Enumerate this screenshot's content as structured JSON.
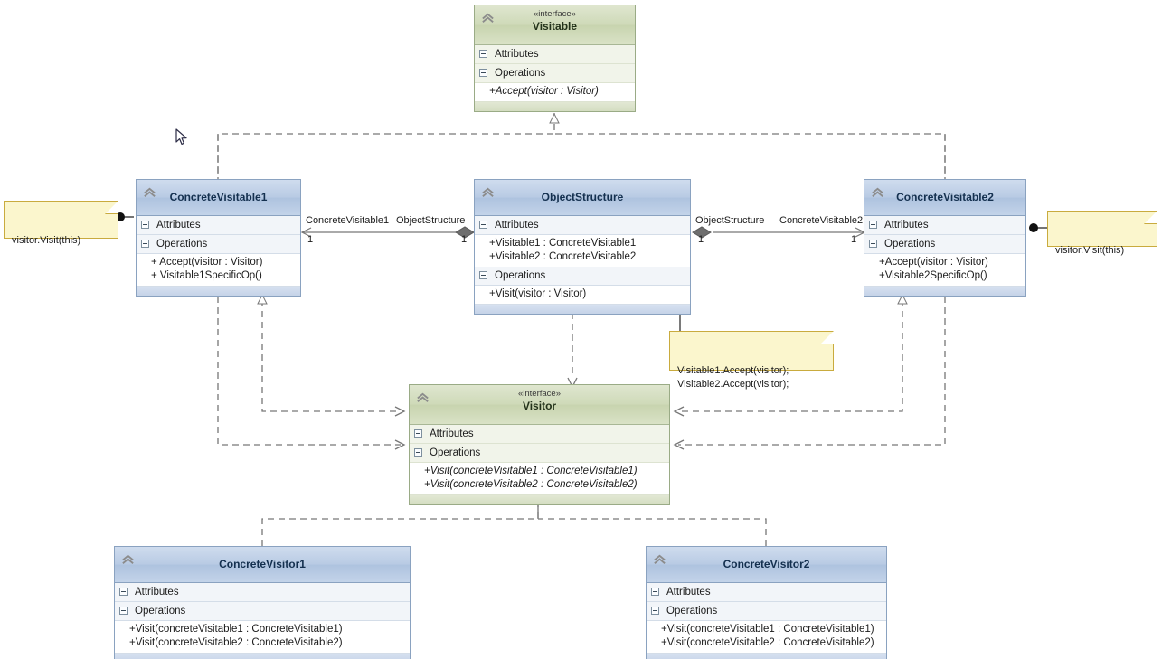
{
  "diagram": {
    "title": "Visitor Design Pattern UML Class Diagram",
    "accent_interface": "#c8d4af",
    "accent_class": "#aec3df",
    "note_fill": "#fbf6cd",
    "note_border": "#c9ab3e"
  },
  "classes": {
    "visitable": {
      "stereotype": "«interface»",
      "name": "Visitable",
      "attributes_label": "Attributes",
      "operations_label": "Operations",
      "attributes": [],
      "operations": [
        "+Accept(visitor : Visitor)"
      ]
    },
    "concrete_visitable1": {
      "stereotype": "",
      "name": "ConcreteVisitable1",
      "attributes_label": "Attributes",
      "operations_label": "Operations",
      "attributes": [],
      "operations": [
        "+ Accept(visitor : Visitor)",
        "+ Visitable1SpecificOp()"
      ]
    },
    "object_structure": {
      "stereotype": "",
      "name": "ObjectStructure",
      "attributes_label": "Attributes",
      "operations_label": "Operations",
      "attributes": [
        "+Visitable1 : ConcreteVisitable1",
        "+Visitable2 : ConcreteVisitable2"
      ],
      "operations": [
        "+Visit(visitor : Visitor)"
      ]
    },
    "concrete_visitable2": {
      "stereotype": "",
      "name": "ConcreteVisitable2",
      "attributes_label": "Attributes",
      "operations_label": "Operations",
      "attributes": [],
      "operations": [
        "+Accept(visitor : Visitor)",
        "+Visitable2SpecificOp()"
      ]
    },
    "visitor": {
      "stereotype": "«interface»",
      "name": "Visitor",
      "attributes_label": "Attributes",
      "operations_label": "Operations",
      "attributes": [],
      "operations": [
        "+Visit(concreteVisitable1 : ConcreteVisitable1)",
        "+Visit(concreteVisitable2 : ConcreteVisitable2)"
      ]
    },
    "concrete_visitor1": {
      "stereotype": "",
      "name": "ConcreteVisitor1",
      "attributes_label": "Attributes",
      "operations_label": "Operations",
      "attributes": [],
      "operations": [
        "+Visit(concreteVisitable1 : ConcreteVisitable1)",
        "+Visit(concreteVisitable2 : ConcreteVisitable2)"
      ]
    },
    "concrete_visitor2": {
      "stereotype": "",
      "name": "ConcreteVisitor2",
      "attributes_label": "Attributes",
      "operations_label": "Operations",
      "attributes": [],
      "operations": [
        "+Visit(concreteVisitable1 : ConcreteVisitable1)",
        "+Visit(concreteVisitable2 : ConcreteVisitable2)"
      ]
    }
  },
  "notes": {
    "left": "visitor.Visit(this)",
    "right": "visitor.Visit(this)",
    "center": "Visitable1.Accept(visitor);\nVisitable2.Accept(visitor);"
  },
  "associations": {
    "left": {
      "source_label": "ConcreteVisitable1",
      "target_label": "ObjectStructure",
      "source_mult": "1",
      "target_mult": "1"
    },
    "right": {
      "source_label": "ObjectStructure",
      "target_label": "ConcreteVisitable2",
      "source_mult": "1",
      "target_mult": "1"
    }
  }
}
